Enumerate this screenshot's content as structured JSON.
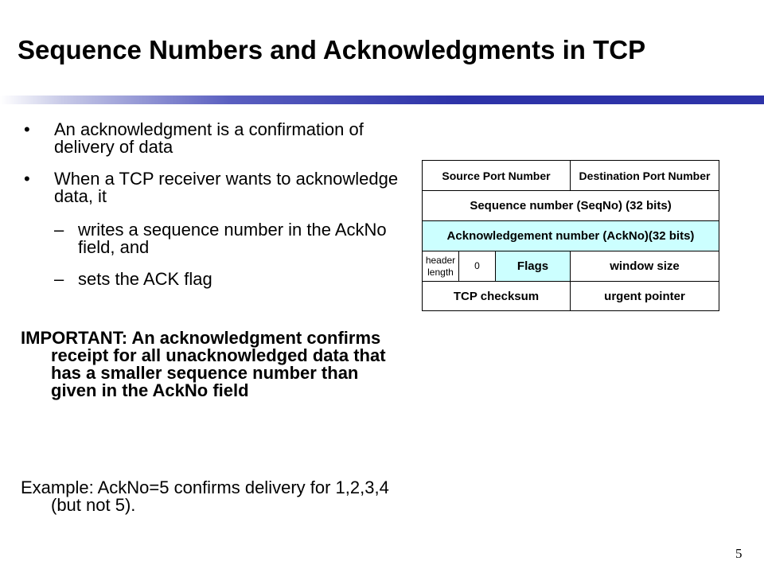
{
  "slide": {
    "title": "Sequence Numbers and Acknowledgments in TCP",
    "page_number": "5"
  },
  "content": {
    "bullets": [
      {
        "marker": "•",
        "text": "An acknowledgment is a confirmation of delivery of data"
      },
      {
        "marker": "•",
        "text": "When a TCP receiver wants to acknowledge data, it"
      }
    ],
    "sub_bullets": [
      {
        "marker": "–",
        "text": "writes a sequence number in the AckNo field, and"
      },
      {
        "marker": "–",
        "text": "sets the ACK flag"
      }
    ],
    "important": [
      "IMPORTANT: An acknowledgment confirms receipt for all unacknowledged data that has a smaller sequence number than given in the AckNo field"
    ],
    "example": [
      "Example: AckNo=5 confirms delivery for 1,2,3,4 (but not 5)."
    ]
  },
  "tcp_header": {
    "source_port": "Source Port Number",
    "destination_port": "Destination Port Number",
    "sequence_number": "Sequence number (SeqNo) (32 bits)",
    "acknowledgement_number": "Acknowledgement number (AckNo)(32 bits)",
    "header_length": "header length",
    "zero": "0",
    "flags": "Flags",
    "window_size": "window size",
    "checksum": "TCP checksum",
    "urgent_pointer": "urgent pointer",
    "highlight_color": "#ccffff"
  }
}
